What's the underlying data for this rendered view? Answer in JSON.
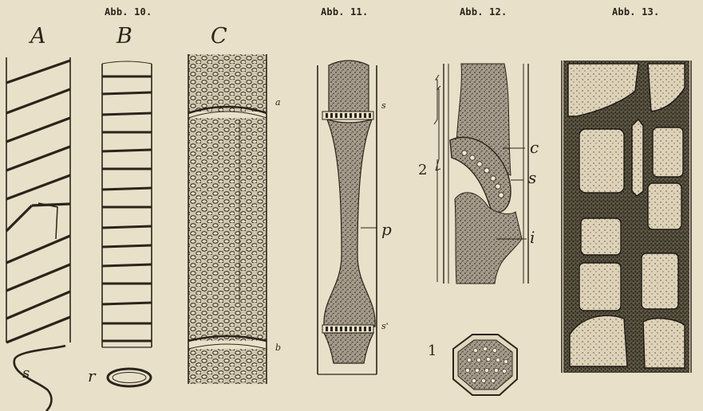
{
  "captions": {
    "abb10": "Abb. 10.",
    "abb11": "Abb. 11.",
    "abb12": "Abb. 12.",
    "abb13": "Abb. 13."
  },
  "panel_letters": {
    "A": "A",
    "B": "B",
    "C": "C"
  },
  "labels": {
    "s_fig10A": "s",
    "r_fig10B": "r",
    "a_fig10C": "a",
    "b_fig10C": "b",
    "s_top_fig11": "s",
    "p_fig11": "p",
    "s_bottom_fig11": "s'",
    "c_fig12": "c",
    "s_fig12": "s",
    "i_fig12": "i",
    "num2_fig12": "2",
    "num1_fig12": "1"
  },
  "colors": {
    "paper": "#e9e0c9",
    "ink": "#2a241b",
    "stipple": "#8a8276",
    "dark_wall": "#4a443b"
  }
}
